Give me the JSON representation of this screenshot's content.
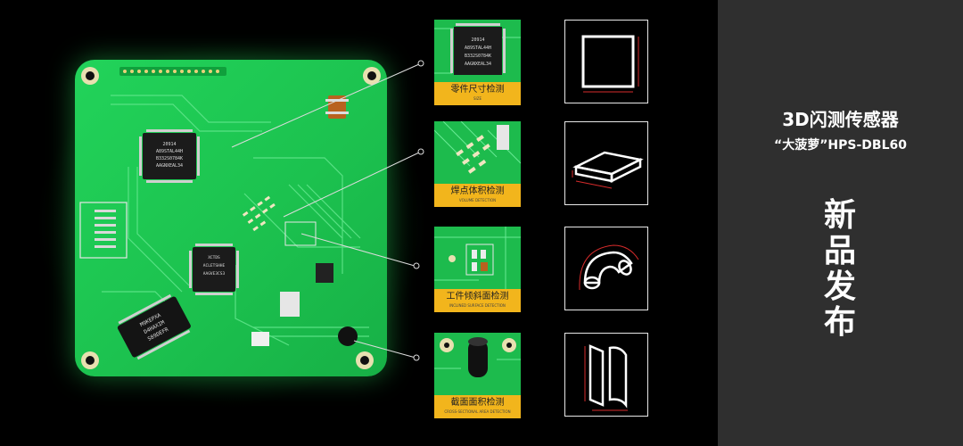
{
  "panel": {
    "title": "3D闪测传感器",
    "subtitle": "“大菠萝”HPS-DBL60",
    "vertical_chars": [
      "新",
      "品",
      "发",
      "布"
    ]
  },
  "pcb": {
    "chip_main_lines": [
      "20914",
      "A89STAL44H",
      "B332S0784K",
      "AAGNXEAL34"
    ],
    "chip_bottom_lines": [
      "XCTDS",
      "ACLETSHHE",
      "AAGVE3CS3"
    ],
    "sensor_lines": [
      "M9KEPXA",
      "D4HAXIM",
      "S89DEFR"
    ]
  },
  "thumbs": [
    {
      "cn": "零件尺寸检测",
      "en": "SIZE",
      "chip_lines": [
        "20914",
        "A89STAL44H",
        "B332S0784K",
        "AAGNXEAL34"
      ]
    },
    {
      "cn": "焊点体积检测",
      "en": "VOLUME DETECTION"
    },
    {
      "cn": "工件倾斜面检测",
      "en": "INCLINED SURFACE DETECTION"
    },
    {
      "cn": "截面面积检测",
      "en": "CROSS-SECTIONAL AREA DETECTION"
    }
  ],
  "icons": [
    "square-outline-icon",
    "flat-block-icon",
    "curved-pipe-icon",
    "cross-section-icon"
  ],
  "colors": {
    "pcb": "#1cc24f",
    "caption": "#f2b51c",
    "panel": "#2f2f2f",
    "accent": "#d62b2b"
  }
}
